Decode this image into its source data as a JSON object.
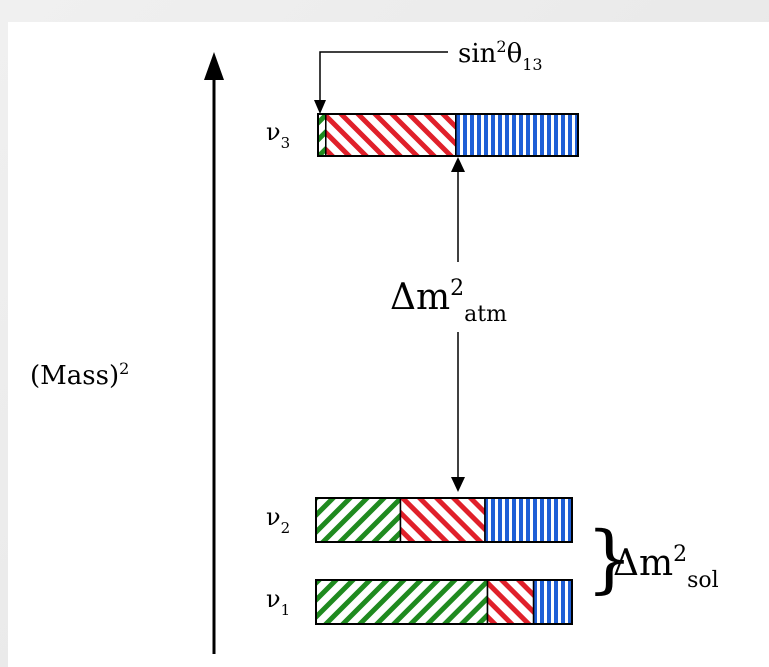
{
  "diagram": {
    "axis_label": "(Mass)",
    "axis_label_sup": "2",
    "mixing": {
      "text": "sin",
      "sup": "2",
      "theta": "θ",
      "sub": "13"
    },
    "atm": {
      "delta": "Δm",
      "sup": "2",
      "sub": "atm"
    },
    "sol": {
      "brace": "}",
      "delta": "Δm",
      "sup": "2",
      "sub": "sol"
    },
    "flavor_colors": {
      "green": "#1f8a1f",
      "red": "#e0202a",
      "blue": "#1f5fd6"
    },
    "states": [
      {
        "symbol": "ν",
        "sub": "3",
        "fractions": [
          0.03,
          0.5,
          0.47
        ]
      },
      {
        "symbol": "ν",
        "sub": "2",
        "fractions": [
          0.33,
          0.33,
          0.34
        ]
      },
      {
        "symbol": "ν",
        "sub": "1",
        "fractions": [
          0.67,
          0.18,
          0.15
        ]
      }
    ]
  }
}
